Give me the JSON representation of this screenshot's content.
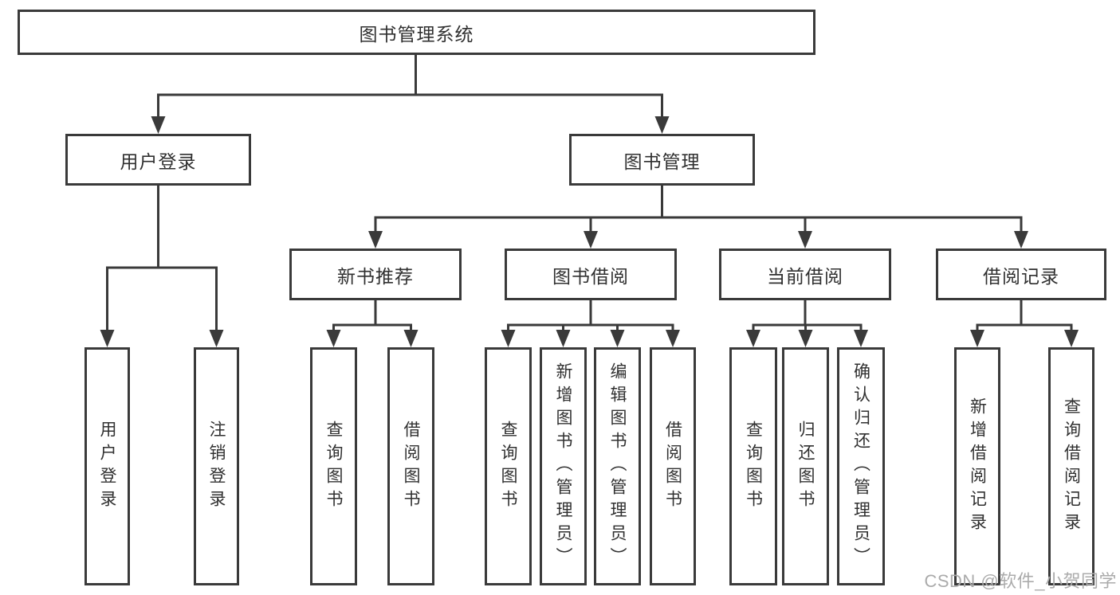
{
  "diagram": {
    "title": "图书管理系统",
    "watermark": "CSDN @软件_小贺同学",
    "colors": {
      "line": "#3a3a3a",
      "box_border": "#3a3a3a",
      "box_fill": "#ffffff",
      "text": "#303030",
      "watermark": "#ababab",
      "background": "#ffffff"
    },
    "level2": [
      "用户登录",
      "图书管理"
    ],
    "level3": [
      "新书推荐",
      "图书借阅",
      "当前借阅",
      "借阅记录"
    ],
    "leaf_groups": [
      {
        "parent": "用户登录",
        "items": [
          "用户登录",
          "注销登录"
        ]
      },
      {
        "parent": "新书推荐",
        "items": [
          "查询图书",
          "借阅图书"
        ]
      },
      {
        "parent": "图书借阅",
        "items": [
          "查询图书",
          "新增图书（管理员）",
          "编辑图书（管理员）",
          "借阅图书"
        ]
      },
      {
        "parent": "当前借阅",
        "items": [
          "查询图书",
          "归还图书",
          "确认归还（管理员）"
        ]
      },
      {
        "parent": "借阅记录",
        "items": [
          "新增借阅记录",
          "查询借阅记录"
        ]
      }
    ]
  }
}
